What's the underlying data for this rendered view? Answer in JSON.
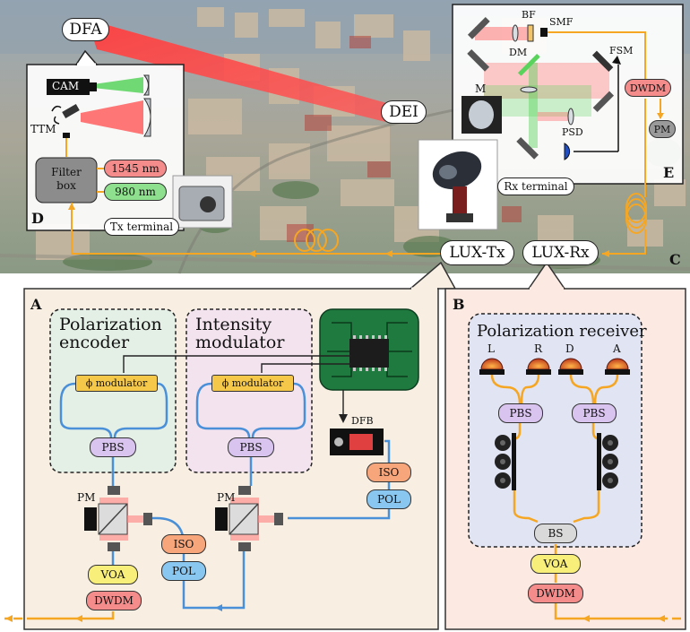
{
  "map": {
    "dfa_label": "DFA",
    "dei_label": "DEI",
    "lux_tx_label": "LUX-Tx",
    "lux_rx_label": "LUX-Rx",
    "panel_c_label": "C"
  },
  "tx_terminal": {
    "panel_label": "D",
    "cam_label": "CAM",
    "ttm_label": "TTM",
    "filter_box_label_1": "Filter",
    "filter_box_label_2": "box",
    "wavelength_1545": "1545 nm",
    "wavelength_980": "980 nm",
    "terminal_label": "Tx terminal"
  },
  "rx_terminal": {
    "panel_label": "E",
    "bf_label": "BF",
    "smf_label": "SMF",
    "dm_label": "DM",
    "fsm_label": "FSM",
    "m_label": "M",
    "psd_label": "PSD",
    "dwdm_label": "DWDM",
    "pm_label": "PM",
    "terminal_label": "Rx terminal"
  },
  "panel_a": {
    "panel_label": "A",
    "polarization_encoder_title_1": "Polarization",
    "polarization_encoder_title_2": "encoder",
    "intensity_modulator_title_1": "Intensity",
    "intensity_modulator_title_2": "modulator",
    "phase_modulator_1": "ϕ modulator",
    "phase_modulator_2": "ϕ modulator",
    "pbs_1": "PBS",
    "pbs_2": "PBS",
    "dfb_label": "DFB",
    "iso_right": "ISO",
    "pol_right": "POL",
    "pm_1": "PM",
    "pm_2": "PM",
    "iso_mid": "ISO",
    "pol_mid": "POL",
    "voa": "VOA",
    "dwdm": "DWDM"
  },
  "panel_b": {
    "panel_label": "B",
    "title": "Polarization receiver",
    "detector_l": "L",
    "detector_r": "R",
    "detector_d": "D",
    "detector_a": "A",
    "pbs_left": "PBS",
    "pbs_right": "PBS",
    "bs": "BS",
    "voa": "VOA",
    "dwdm": "DWDM"
  },
  "colors": {
    "fiber_orange": "#f5a623",
    "fiber_blue": "#4a90d9",
    "panel_a_bg": "#f8efe2",
    "panel_b_bg": "#fbe9e2",
    "encoder_bg": "#e4efe6",
    "modulator_bg": "#f3e3ef",
    "receiver_bg": "#e1e4f3",
    "chip_green": "#1f7a3f",
    "laser_red": "#e8534a",
    "laser_green": "#59d35c"
  }
}
